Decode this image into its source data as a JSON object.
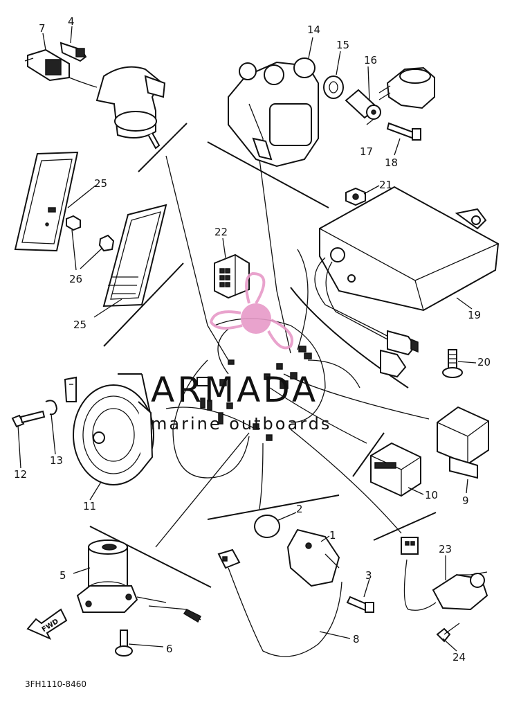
{
  "callouts": [
    {
      "id": "c1",
      "label": "1"
    },
    {
      "id": "c2",
      "label": "2"
    },
    {
      "id": "c3",
      "label": "3"
    },
    {
      "id": "c4",
      "label": "4"
    },
    {
      "id": "c5",
      "label": "5"
    },
    {
      "id": "c6",
      "label": "6"
    },
    {
      "id": "c7",
      "label": "7"
    },
    {
      "id": "c8",
      "label": "8"
    },
    {
      "id": "c9",
      "label": "9"
    },
    {
      "id": "c10",
      "label": "10"
    },
    {
      "id": "c11",
      "label": "11"
    },
    {
      "id": "c12",
      "label": "12"
    },
    {
      "id": "c13",
      "label": "13"
    },
    {
      "id": "c14",
      "label": "14"
    },
    {
      "id": "c15",
      "label": "15"
    },
    {
      "id": "c16",
      "label": "16"
    },
    {
      "id": "c17",
      "label": "17"
    },
    {
      "id": "c18",
      "label": "18"
    },
    {
      "id": "c19",
      "label": "19"
    },
    {
      "id": "c20",
      "label": "20"
    },
    {
      "id": "c21",
      "label": "21"
    },
    {
      "id": "c22",
      "label": "22"
    },
    {
      "id": "c23",
      "label": "23"
    },
    {
      "id": "c24",
      "label": "24"
    },
    {
      "id": "c25a",
      "label": "25"
    },
    {
      "id": "c25b",
      "label": "25"
    },
    {
      "id": "c26",
      "label": "26"
    }
  ],
  "watermark": {
    "title": "ARMADA",
    "subtitle": "marine outboards",
    "color_text": "#5a5a5a",
    "color_logo": "#e79ac8"
  },
  "fwd_label": "FWD",
  "part_number": "3FH1110-8460"
}
